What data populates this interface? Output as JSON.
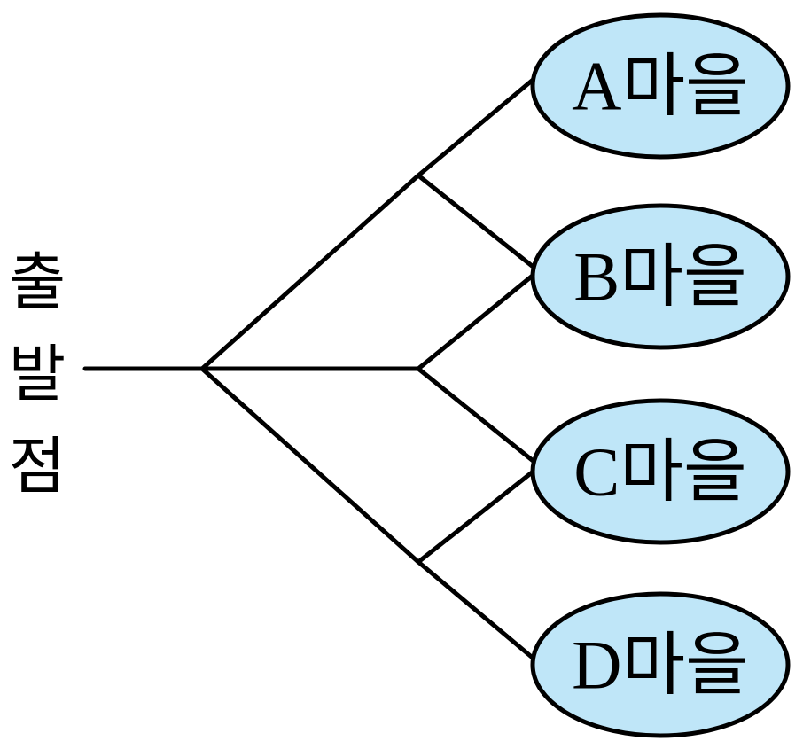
{
  "start": {
    "chars": [
      "출",
      "발",
      "점"
    ]
  },
  "villages": [
    {
      "id": "A",
      "label": "A마을"
    },
    {
      "id": "B",
      "label": "B마을"
    },
    {
      "id": "C",
      "label": "C마을"
    },
    {
      "id": "D",
      "label": "D마을"
    }
  ],
  "colors": {
    "node_fill": "#bfe6f8",
    "stroke": "#000000",
    "background": "#ffffff"
  }
}
